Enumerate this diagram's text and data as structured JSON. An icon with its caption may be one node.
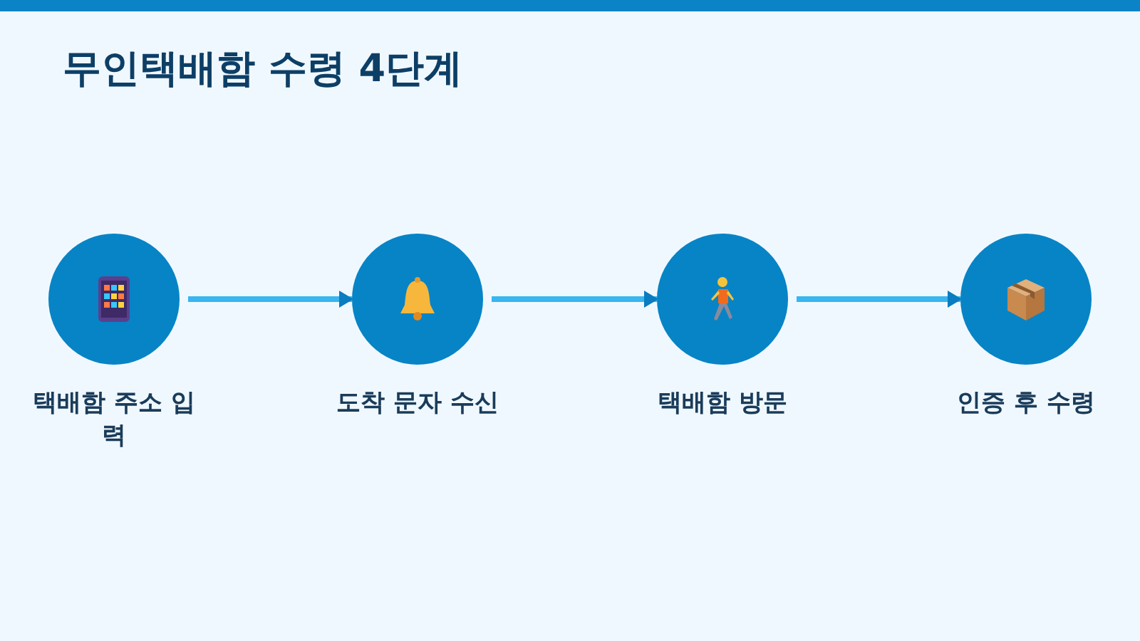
{
  "diagram": {
    "title": "무인택배함 수령 4단계",
    "nodes": [
      {
        "text": [],
        "shape": "circle",
        "beside": [
          "택배함 주소 입력"
        ]
      },
      {
        "text": [],
        "shape": "circle",
        "beside": [
          "도착 문자 수신"
        ]
      },
      {
        "text": [],
        "shape": "circle",
        "beside": [
          "택배함 방문"
        ]
      },
      {
        "text": [],
        "shape": "circle",
        "beside": [
          "인증 후 수령"
        ]
      }
    ],
    "edges": [
      {
        "from": 0,
        "to": 1,
        "arrow": "to"
      },
      {
        "from": 1,
        "to": 2,
        "arrow": "to"
      },
      {
        "from": 2,
        "to": 3,
        "arrow": "to"
      }
    ]
  }
}
